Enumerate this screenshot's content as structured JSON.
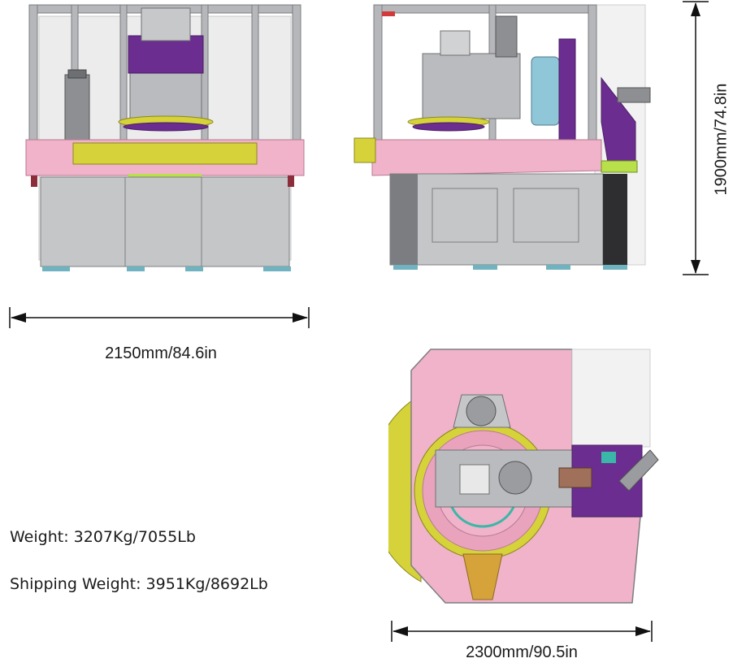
{
  "dimensions": {
    "width": "2150mm/84.6in",
    "height": "1900mm/74.8in",
    "depth": "2300mm/90.5in"
  },
  "specs": {
    "weight": "Weight: 3207Kg/7055Lb",
    "shipping_weight": "Shipping Weight: 3951Kg/8692Lb"
  },
  "colors": {
    "frame_gray": "#a9abae",
    "body_pink": "#f0b3c9",
    "plate_yellow": "#d6d23a",
    "accent_purple": "#6b2d8f",
    "base_gray": "#c4c6c8",
    "foot_teal": "#6fb3c0",
    "cabinet_white": "#f2f2f2"
  }
}
